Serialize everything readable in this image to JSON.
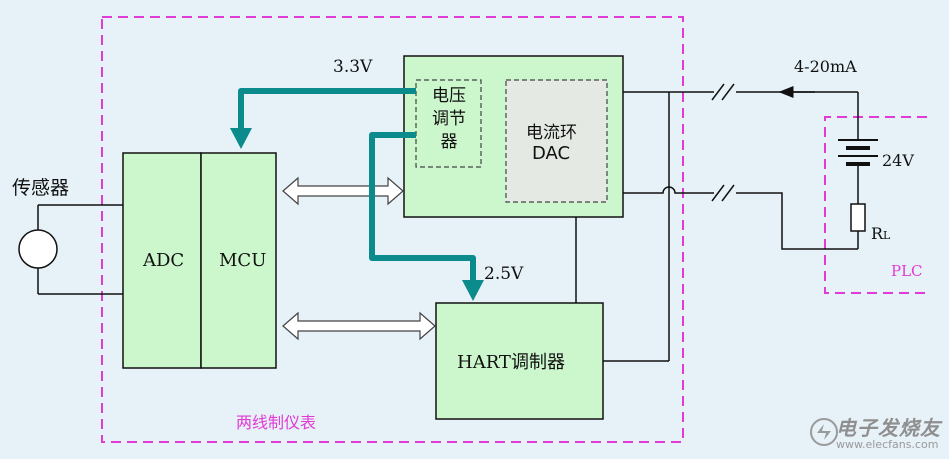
{
  "diagram": {
    "sensor_label": "传感器",
    "adc_label": "ADC",
    "mcu_label": "MCU",
    "voltage_3v3": "3.3V",
    "voltage_2v5": "2.5V",
    "regulator_label": "电压调节器",
    "dac_label_line1": "电流环",
    "dac_label_line2": "DAC",
    "hart_label": "HART调制器",
    "current_range": "4-20mA",
    "battery_voltage": "24V",
    "resistor_label": "R",
    "resistor_subscript": "L",
    "plc_label": "PLC",
    "instrument_label": "两线制仪表"
  },
  "watermark": {
    "text_cn": "电子发烧友",
    "text_en": "www.elecfans.com"
  },
  "colors": {
    "block_fill": "#ccf6cc",
    "dashed_border": "#e23ad6",
    "arrow_teal": "#0b8b8b",
    "background": "#e6f1f8"
  }
}
